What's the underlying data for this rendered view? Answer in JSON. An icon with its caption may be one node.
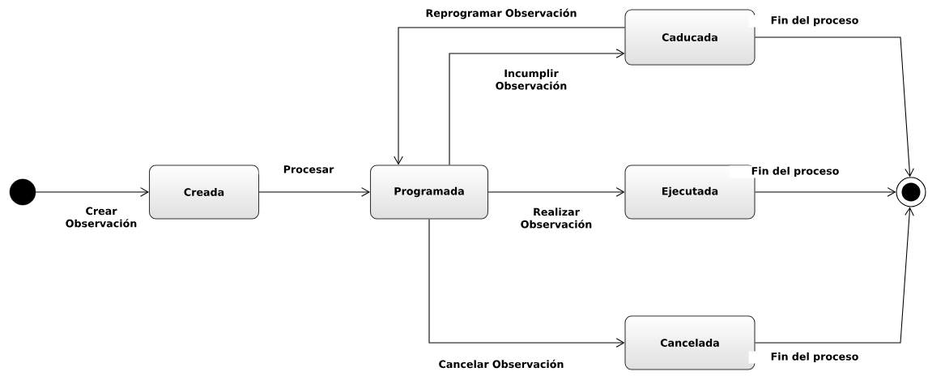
{
  "diagram": {
    "nodes": [
      {
        "text": [],
        "shape": "circle"
      },
      {
        "text": [
          "Creada"
        ]
      },
      {
        "text": [
          "Programada"
        ]
      },
      {
        "text": [
          "Caducada"
        ]
      },
      {
        "text": [
          "Ejecutada"
        ]
      },
      {
        "text": [
          "Cancelada"
        ]
      },
      {
        "text": [],
        "shape": "circle"
      }
    ],
    "edges": [
      {
        "from": 0,
        "to": 1,
        "arrow": "to",
        "label": "Crear Observación"
      },
      {
        "from": 1,
        "to": 2,
        "arrow": "to",
        "label": "Procesar"
      },
      {
        "from": 2,
        "to": 4,
        "arrow": "to",
        "label": "Realizar Observación"
      },
      {
        "from": 2,
        "to": 3,
        "arrow": "to",
        "label": "Incumplir Observación"
      },
      {
        "from": 3,
        "to": 2,
        "arrow": "to",
        "label": "Reprogramar Observación"
      },
      {
        "from": 2,
        "to": 5,
        "arrow": "to",
        "label": "Cancelar Observación"
      },
      {
        "from": 3,
        "to": 6,
        "arrow": "to",
        "label": "Fin del proceso"
      },
      {
        "from": 4,
        "to": 6,
        "arrow": "to",
        "label": "Fin del proceso"
      },
      {
        "from": 5,
        "to": 6,
        "arrow": "to",
        "label": "Fin del proceso"
      }
    ]
  }
}
